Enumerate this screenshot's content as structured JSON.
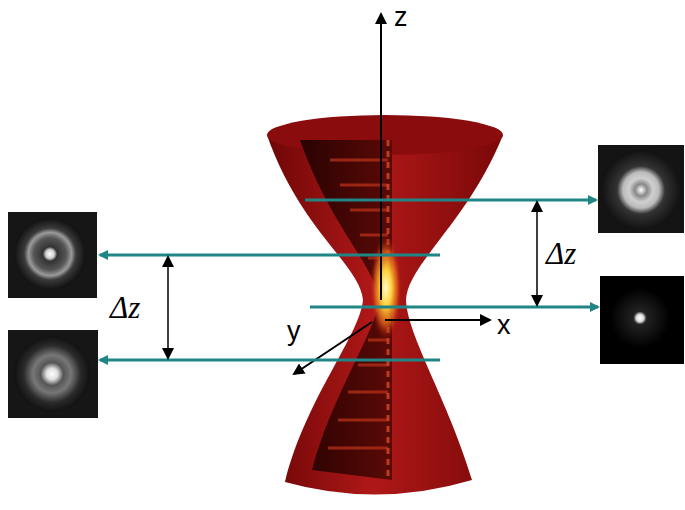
{
  "diagram": {
    "labels": [
      "z",
      "Δz",
      "Δz",
      "y",
      "x"
    ]
  }
}
